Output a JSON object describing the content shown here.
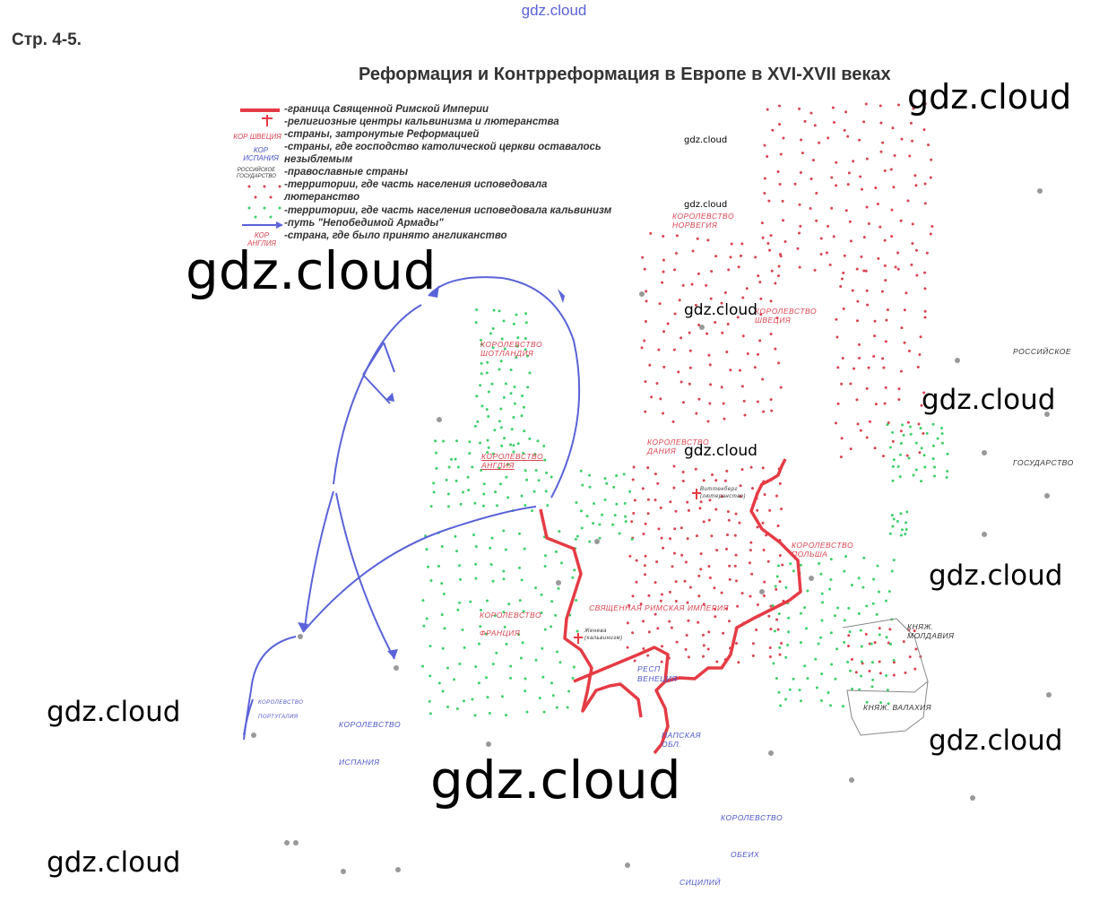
{
  "site": "gdz.cloud",
  "page_label": "Стр. 4-5.",
  "title": "Реформация и Контрреформация в Европе в XVI-XVII веках",
  "legend": [
    {
      "key": "",
      "text": "-граница Священной Римской Империи"
    },
    {
      "key": "",
      "text": "-религиозные центры кальвинизма и лютеранства"
    },
    {
      "key": "КОР ШВЕЦИЯ",
      "text": "-страны, затронутые Реформацией"
    },
    {
      "key": "КОР ИСПАНИЯ",
      "text": "-страны, где господство католической церкви оставалось"
    },
    {
      "key": "",
      "text": "незыблемым"
    },
    {
      "key": "РОССИЙСКОЕ ГОСУДАРСТВО",
      "text": "-православные страны"
    },
    {
      "key": "",
      "text": "-территории, где часть населения исповедовала"
    },
    {
      "key": "",
      "text": "лютеранство"
    },
    {
      "key": "",
      "text": "-территории, где часть населения исповедовала кальвинизм"
    },
    {
      "key": "",
      "text": "-путь \"Непобедимой Армады\""
    },
    {
      "key": "КОР АНГЛИЯ",
      "text": "-страна, где было принято англиканство"
    }
  ],
  "map_labels": {
    "norway": "КОРОЛЕВСТВО НОРВЕГИЯ",
    "sweden": "КОРОЛЕВСТВО ШВЕЦИЯ",
    "russia1": "РОССИЙСКОЕ",
    "russia2": "ГОСУДАРСТВО",
    "scotland": "КОРОЛЕВСТВО ШОТЛАНДИЯ",
    "england": "КОРОЛЕВСТВО АНГЛИЯ",
    "denmark": "КОРОЛЕВСТВО ДАНИЯ",
    "wittenberg": "Виттенберг (лютеранство)",
    "poland": "КОРОЛЕВСТВО ПОЛЬША",
    "hre": "СВЯЩЕННАЯ РИМСКАЯ ИМПЕРИЯ",
    "geneva": "Женева (кальвинизм)",
    "france": "КОРОЛЕВСТВО ФРАНЦИЯ",
    "venice": "РЕСП ВЕНЕЦИЯ",
    "moldavia": "КНЯЖ. МОЛДАВИЯ",
    "wallachia": "КНЯЖ. ВАЛАХИЯ",
    "papal": "ПАПСКАЯ ОБЛ.",
    "portugal": "КОРОЛЕВСТВО ПОРТУГАЛИЯ",
    "spain1": "КОРОЛЕВСТВО",
    "spain2": "ИСПАНИЯ",
    "sicily1": "КОРОЛЕВСТВО",
    "sicily2": "ОБЕИХ",
    "sicily3": "СИЦИЛИЙ"
  },
  "watermark": "gdz.cloud",
  "colors": {
    "lutheran": "#d9434f",
    "calvinist": "#3fcf6a",
    "armada": "#5a63d8",
    "border": "#e53b45",
    "city": "#999999"
  }
}
